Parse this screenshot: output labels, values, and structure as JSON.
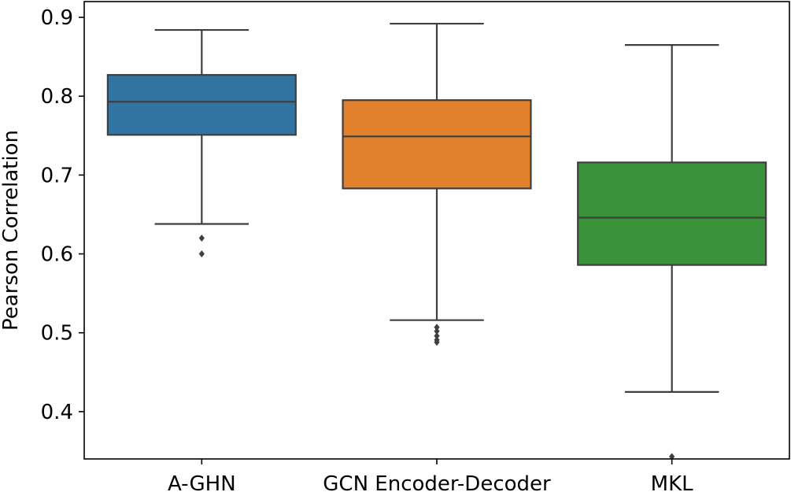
{
  "chart_data": {
    "type": "box",
    "title": "",
    "xlabel": "",
    "ylabel": "Pearson Correlation",
    "ylim": [
      0.34,
      0.92
    ],
    "y_ticks": [
      0.4,
      0.5,
      0.6,
      0.7,
      0.8,
      0.9
    ],
    "y_tick_labels": [
      "0.4",
      "0.5",
      "0.6",
      "0.7",
      "0.8",
      "0.9"
    ],
    "grid": false,
    "categories": [
      "A-GHN",
      "GCN Encoder-Decoder",
      "MKL"
    ],
    "boxes": [
      {
        "category": "A-GHN",
        "color": "#3274a1",
        "whisker_low": 0.638,
        "q1": 0.751,
        "median": 0.793,
        "q3": 0.827,
        "whisker_high": 0.884,
        "outliers": [
          0.62,
          0.6
        ]
      },
      {
        "category": "GCN Encoder-Decoder",
        "color": "#e1812c",
        "whisker_low": 0.516,
        "q1": 0.683,
        "median": 0.749,
        "q3": 0.795,
        "whisker_high": 0.892,
        "outliers": [
          0.507,
          0.502,
          0.496,
          0.491,
          0.488
        ]
      },
      {
        "category": "MKL",
        "color": "#3a923a",
        "whisker_low": 0.425,
        "q1": 0.586,
        "median": 0.646,
        "q3": 0.716,
        "whisker_high": 0.865,
        "outliers": [
          0.343
        ]
      }
    ]
  }
}
